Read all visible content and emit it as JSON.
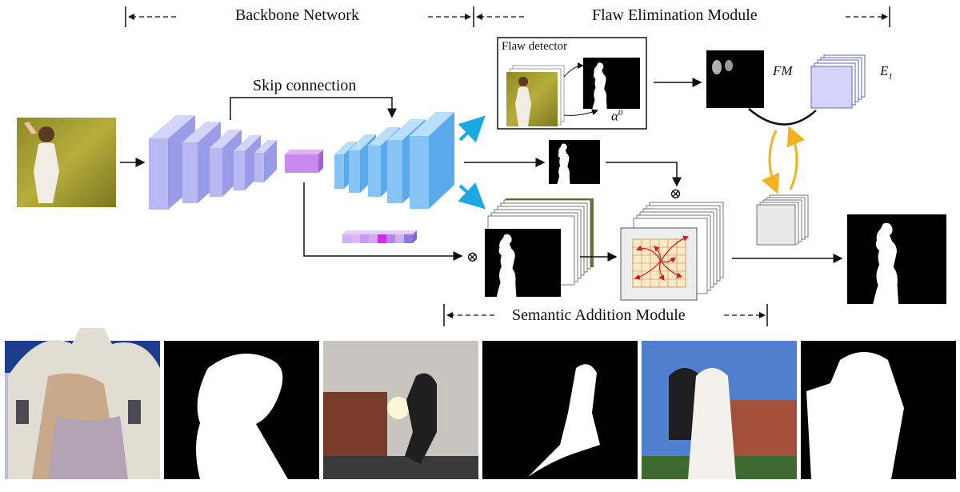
{
  "sections": {
    "backbone": "Backbone Network",
    "flaw_elimination": "Flaw Elimination Module",
    "semantic_addition": "Semantic Addition Module"
  },
  "labels": {
    "skip_connection": "Skip connection",
    "flaw_detector": "Flaw detector",
    "alpha0_base": "α",
    "alpha0_sup": "0",
    "fm": "FM",
    "e1_base": "E",
    "e1_sub": "1",
    "otimes": "⊗"
  },
  "colors": {
    "encoder": "#b7b8f4",
    "decoder": "#85c4f5",
    "bottleneck": "#c98af0",
    "cyan_arrow": "#1aa9e3",
    "orange_arrow": "#f2b21b",
    "red_arrow": "#d8191c"
  },
  "examples": [
    {
      "kind": "photo",
      "scene": "woman-domed-building"
    },
    {
      "kind": "alpha-matte"
    },
    {
      "kind": "photo",
      "scene": "dancer-street-sunset"
    },
    {
      "kind": "alpha-matte"
    },
    {
      "kind": "photo",
      "scene": "wedding-couple-brick-house"
    },
    {
      "kind": "alpha-matte"
    }
  ]
}
